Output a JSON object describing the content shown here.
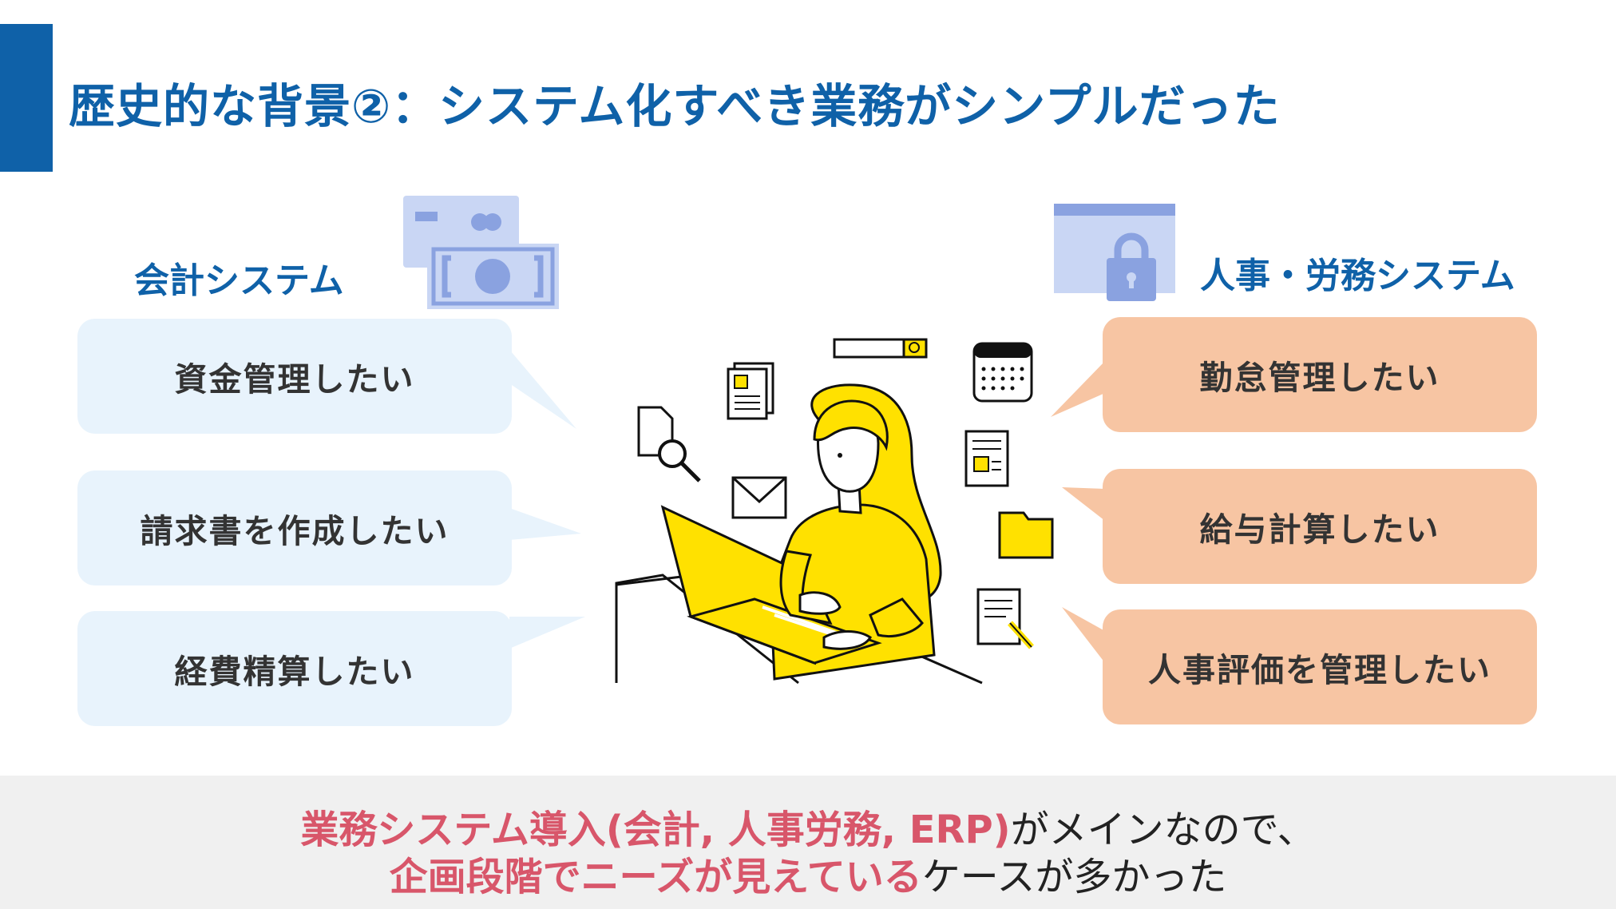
{
  "slide": {
    "title": "歴史的な背景②：システム化すべき業務がシンプルだった"
  },
  "accounting": {
    "title": "会計システム",
    "icon": "money-cards-icon",
    "needs": [
      "資金管理したい",
      "請求書を作成したい",
      "経費精算したい"
    ]
  },
  "hr": {
    "title": "人事・労務システム",
    "icon": "lock-window-icon",
    "needs": [
      "勤怠管理したい",
      "給与計算したい",
      "人事評価を管理したい"
    ]
  },
  "footer": {
    "line1_highlight": "業務システム導入(会計, 人事労務, ERP)",
    "line1_rest": "がメインなので、",
    "line2_highlight": "企画段階でニーズが見えている",
    "line2_rest": "ケースが多かった"
  },
  "colors": {
    "title_blue": "#0f61a8",
    "left_bubble": "#e8f3fc",
    "right_bubble": "#f7c5a3",
    "footer_highlight": "#d8566a",
    "illustration_yellow": "#ffe100"
  }
}
